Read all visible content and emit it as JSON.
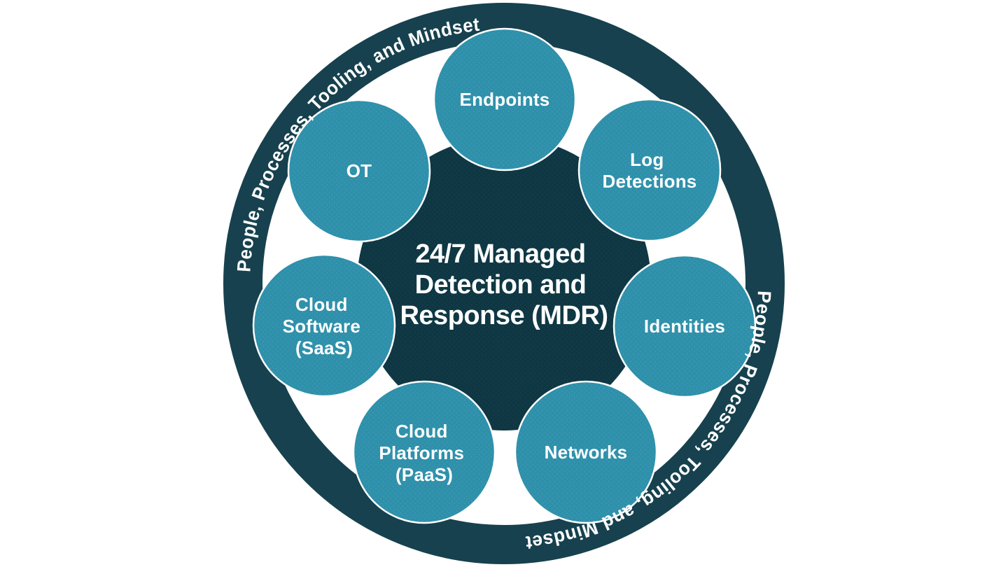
{
  "diagram": {
    "title": "24/7 Managed Detection and Response (MDR)",
    "center": {
      "line1": "24/7 Managed",
      "line2": "Detection and",
      "line3": "Response (MDR)"
    },
    "ring": {
      "label": "People, Processes, Tooling, and Mindset"
    },
    "satellites": {
      "endpoints": {
        "label": "Endpoints"
      },
      "log_detections": {
        "line1": "Log",
        "line2": "Detections"
      },
      "identities": {
        "label": "Identities"
      },
      "networks": {
        "label": "Networks"
      },
      "cloud_platforms": {
        "line1": "Cloud",
        "line2": "Platforms",
        "line3": "(PaaS)"
      },
      "cloud_software": {
        "line1": "Cloud",
        "line2": "Software",
        "line3": "(SaaS)"
      },
      "ot": {
        "label": "OT"
      }
    },
    "colors": {
      "background": "#FFFFFF",
      "ring": "#17414E",
      "center_circle": "#0E3743",
      "satellite": "#2E90AA",
      "text": "#FFFFFF"
    }
  }
}
